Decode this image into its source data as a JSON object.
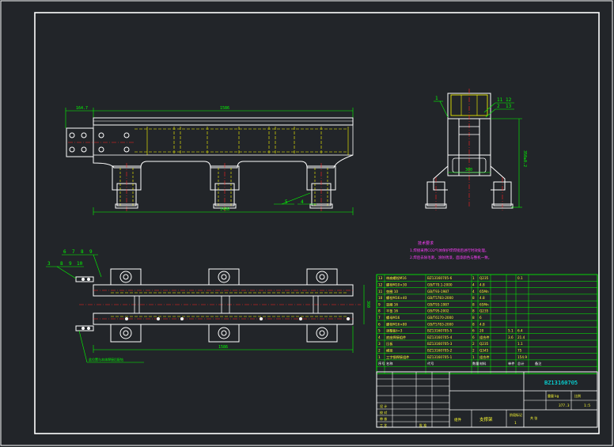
{
  "colors": {
    "background": "#222529",
    "frame": "#ffffff",
    "part": "#ffffff",
    "dimension": "#00ff00",
    "center_line": "#ff2020",
    "hidden_line": "#ffff00",
    "notes_text": "#ff3fff",
    "table_text": "#ffff33",
    "title_text": "#00ffff"
  },
  "front_view": {
    "dims": {
      "top_offset": "164.7",
      "overall_top": "1586",
      "overall_bottom": "1488"
    },
    "balloons": [
      "5",
      "4"
    ]
  },
  "side_view": {
    "balloons": [
      "1",
      "11",
      "12",
      "2",
      "13"
    ],
    "dims": {
      "width": "300",
      "height": "350±0.2"
    }
  },
  "plan_view": {
    "balloons_top": [
      "6",
      "7",
      "8",
      "9"
    ],
    "balloons_mid": [
      "3",
      "8",
      "9",
      "10"
    ],
    "dims": {
      "length": "1586",
      "width": "360"
    },
    "leader_note": "此位置与本体焊接后配钻"
  },
  "notes": {
    "heading": "技术要求",
    "lines": [
      "1.焊接采用CO2气体保护焊焊接后进行时效处理。",
      "2.焊后去除毛刺，涂防锈漆，面漆颜色与整机一致。"
    ]
  },
  "bom": {
    "rows": [
      {
        "no": "13",
        "name": "带肩螺栓M16",
        "code": "BZ13160705-6",
        "qty": "1",
        "material": "Q235",
        "weight": "",
        "total": "0.1"
      },
      {
        "no": "12",
        "name": "螺栓M10×30",
        "code": "GB/T70.1-2000",
        "qty": "4",
        "material": "4.8",
        "weight": "",
        "total": ""
      },
      {
        "no": "11",
        "name": "垫圈 10",
        "code": "GB/T93-1987",
        "qty": "4",
        "material": "65Mn",
        "weight": "",
        "total": ""
      },
      {
        "no": "10",
        "name": "螺栓M16×40",
        "code": "GB/T5783-2000",
        "qty": "8",
        "material": "4.8",
        "weight": "",
        "total": ""
      },
      {
        "no": "9",
        "name": "垫圈 16",
        "code": "GB/T93-1987",
        "qty": "8",
        "material": "65Mn",
        "weight": "",
        "total": ""
      },
      {
        "no": "8",
        "name": "平垫 16",
        "code": "GB/T95-2002",
        "qty": "8",
        "material": "Q235",
        "weight": "",
        "total": ""
      },
      {
        "no": "7",
        "name": "螺母M16",
        "code": "GB/T6170-2000",
        "qty": "8",
        "material": "6",
        "weight": "",
        "total": ""
      },
      {
        "no": "6",
        "name": "螺栓M16×80",
        "code": "GB/T5783-2000",
        "qty": "8",
        "material": "4.8",
        "weight": "",
        "total": ""
      },
      {
        "no": "5",
        "name": "调整板t=3",
        "code": "BZ13160705-5",
        "qty": "6",
        "material": "20",
        "weight": "5.1",
        "total": "6.4"
      },
      {
        "no": "4",
        "name": "底座焊接组件",
        "code": "BZ13160705-4",
        "qty": "6",
        "material": "组合件",
        "weight": "3.6",
        "total": "21.4"
      },
      {
        "no": "3",
        "name": "压板",
        "code": "BZ13160705-3",
        "qty": "2",
        "material": "Q235",
        "weight": "",
        "total": "1.1"
      },
      {
        "no": "2",
        "name": "横梁",
        "code": "BZ13160705-2",
        "qty": "2",
        "material": "Q345",
        "weight": "",
        "total": "75"
      },
      {
        "no": "1",
        "name": "工字钢焊接组件",
        "code": "BZ13160705-1",
        "qty": "1",
        "material": "组合件",
        "weight": "",
        "total": "154.9"
      }
    ],
    "header": {
      "no": "序号",
      "name": "名称",
      "code": "代号",
      "qty": "数量",
      "material": "材料",
      "weight": "单件",
      "total": "总计",
      "note": "备注"
    }
  },
  "title_block": {
    "drawing_no": "BZ13160705",
    "weight_label": "重量 kg",
    "weight_value": "377.3",
    "scale_label": "比例",
    "scale_value": "1:5",
    "part_name": "支撑架",
    "rows": [
      "设 计",
      "校 对",
      "审 核",
      "工 艺",
      "批 准"
    ],
    "stage_label": "阶段标记",
    "sheet_label": "共 张",
    "unit": "组件",
    "qty": "1"
  }
}
